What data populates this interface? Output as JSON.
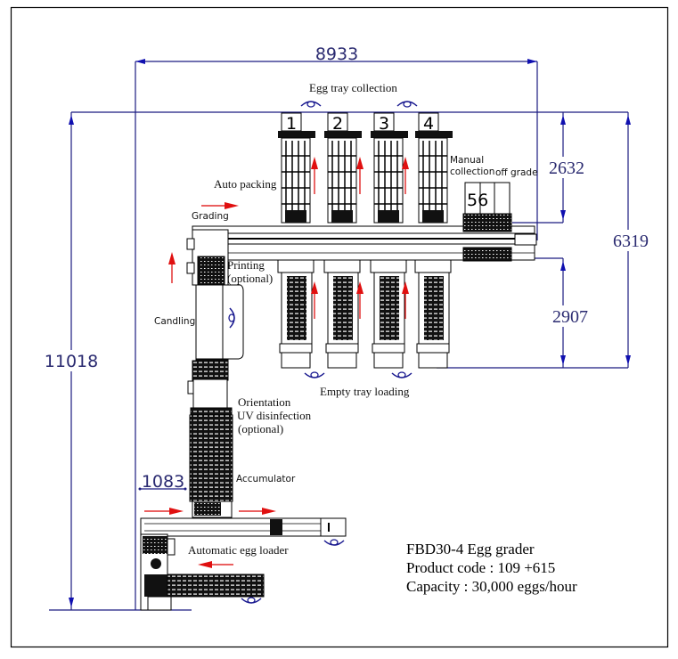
{
  "diagram": {
    "type": "layout-drawing",
    "title": "FBD30-4 Egg grader",
    "info_lines": [
      "FBD30-4 Egg grader",
      "Product code : 109 +615",
      "Capacity : 30,000 eggs/hour"
    ],
    "dimensions": {
      "overall_width": "8933",
      "overall_length": "11018",
      "upper_section_height": "2632",
      "total_height_right": "6319",
      "lower_section_height": "2907",
      "loader_offset": "1083"
    },
    "labels": {
      "egg_tray_collection": "Egg tray collection",
      "empty_tray_loading": "Empty tray loading",
      "auto_packing": "Auto packing",
      "grading": "Grading",
      "printing_line1": "Printing",
      "printing_line2": "(optional)",
      "candling": "Candling",
      "orientation": "Orientation",
      "uv_line1": "UV disinfection",
      "uv_line2": "(optional)",
      "accumulator": "Accumulator",
      "automatic_egg_loader": "Automatic egg loader",
      "manual_line1": "Manual",
      "manual_line2": "collection",
      "off_grade": "off grade"
    },
    "packing_lanes": [
      "1",
      "2",
      "3",
      "4"
    ],
    "offgrade_lanes": "56",
    "colors": {
      "dimension_line": "#1a1a80",
      "flow_arrow": "#e01010",
      "machine_outline": "#000000"
    }
  }
}
